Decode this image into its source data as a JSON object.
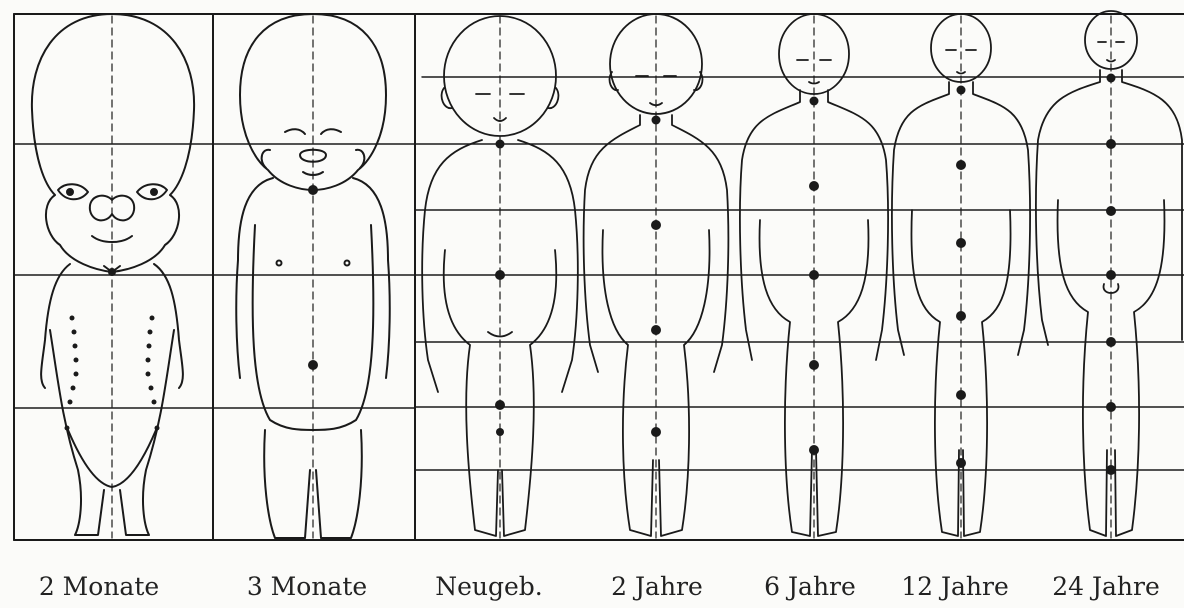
{
  "figure": {
    "stages": [
      {
        "label": "2 Monate"
      },
      {
        "label": "3 Monate"
      },
      {
        "label": "Neugeb."
      },
      {
        "label": "2 Jahre"
      },
      {
        "label": "6 Jahre"
      },
      {
        "label": "12 Jahre"
      },
      {
        "label": "24 Jahre"
      }
    ]
  }
}
